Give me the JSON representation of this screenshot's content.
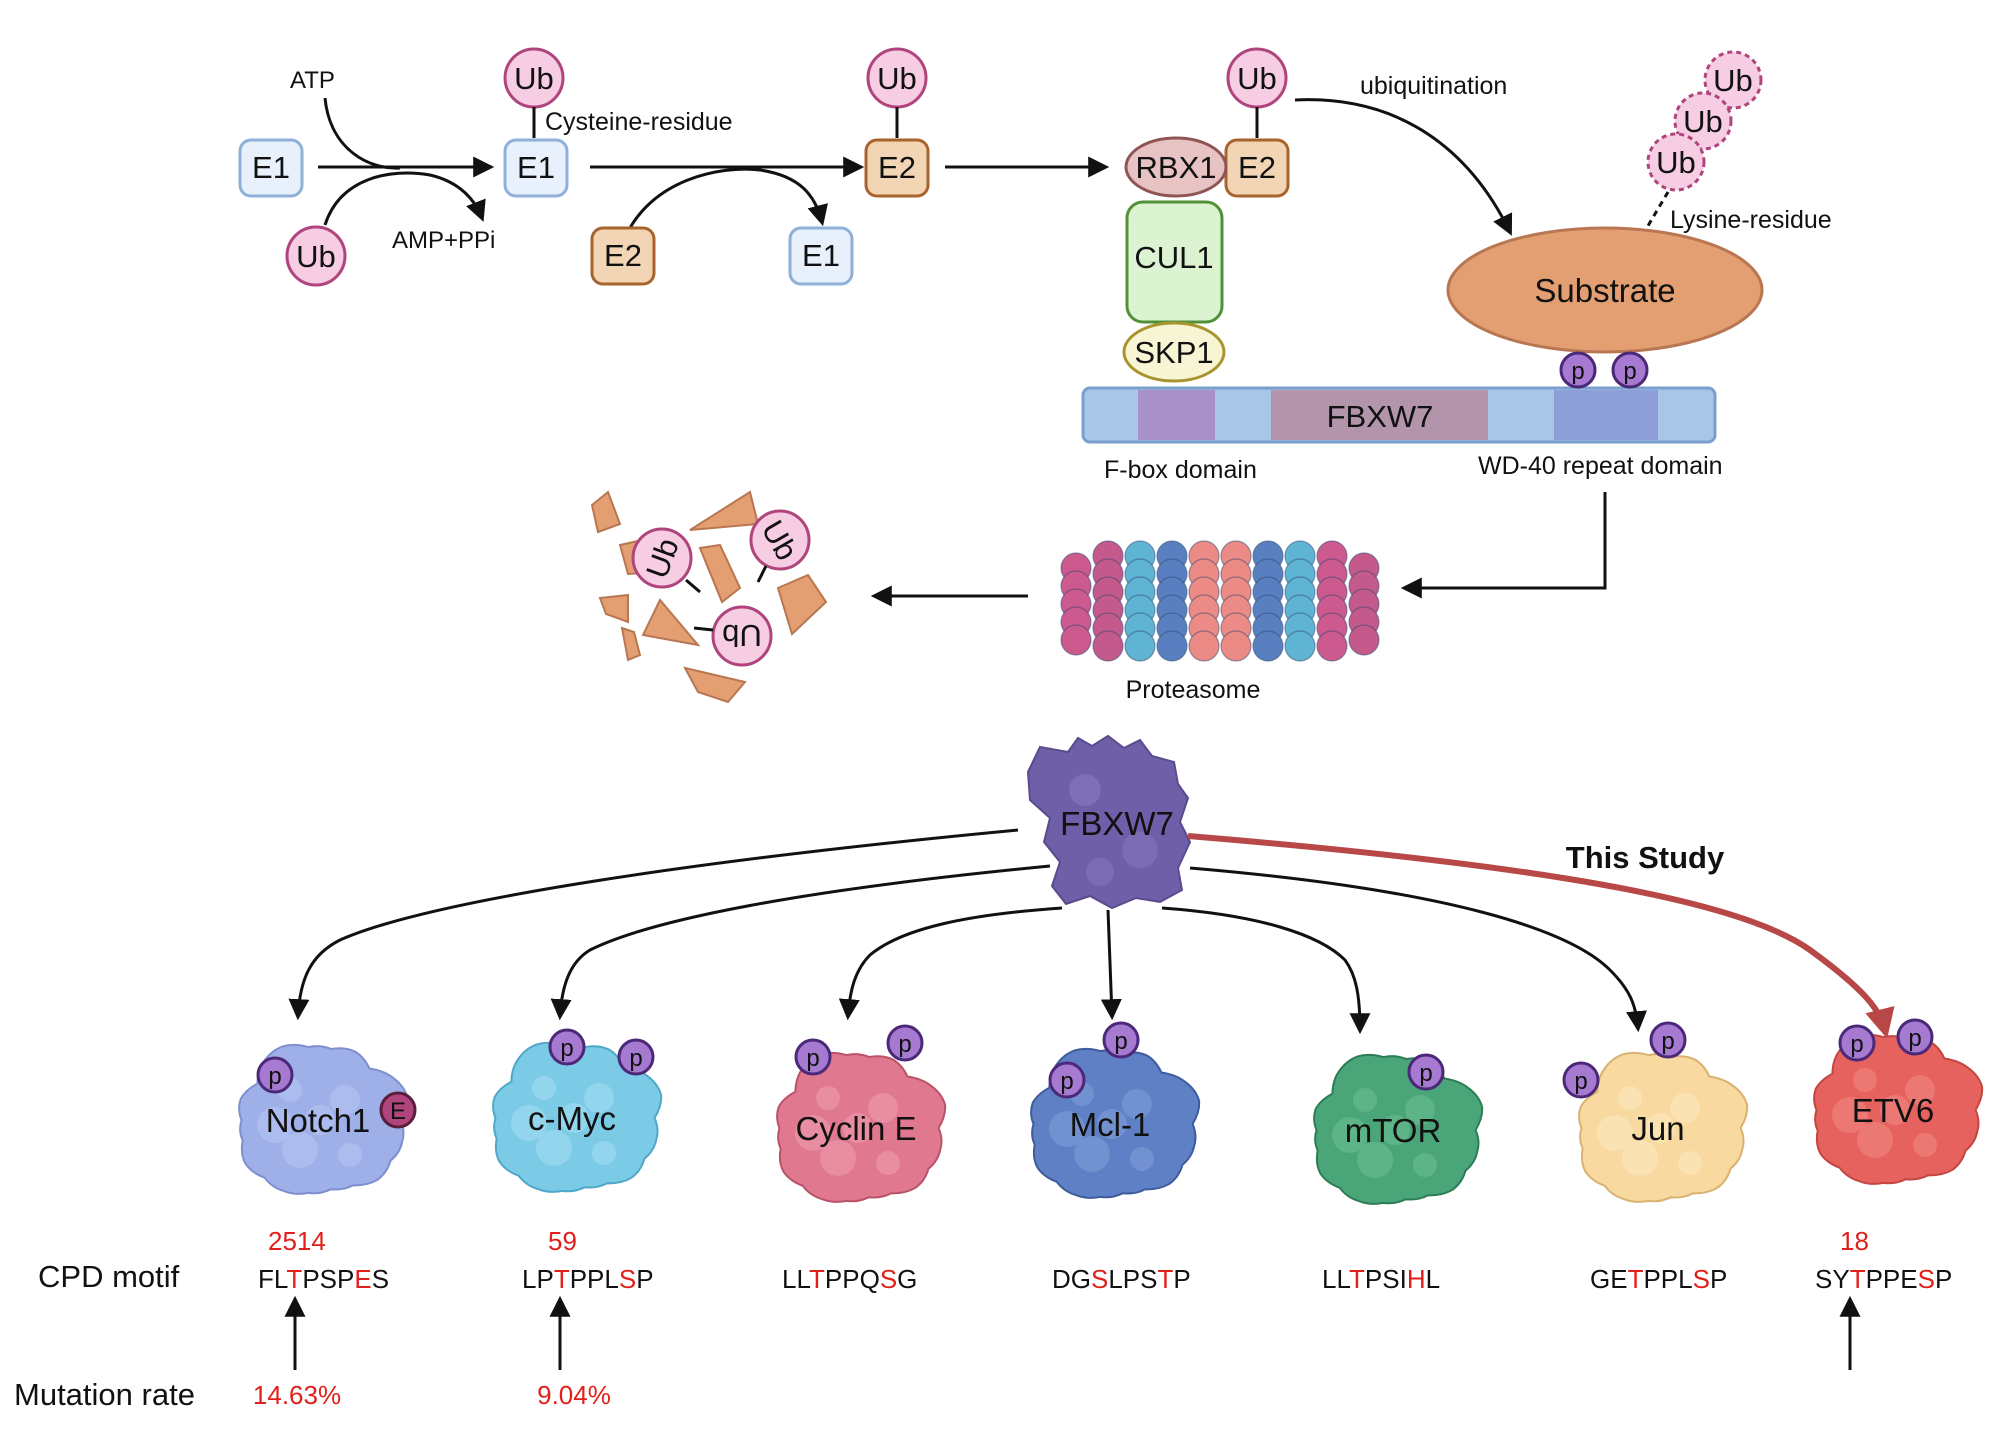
{
  "top": {
    "atp": "ATP",
    "amp_ppi": "AMP+PPi",
    "cysteine": "Cysteine-residue",
    "ubiquitination": "ubiquitination",
    "lysine": "Lysine-residue",
    "e1": "E1",
    "e2": "E2",
    "ub": "Ub",
    "rbx1": "RBX1",
    "cul1": "CUL1",
    "skp1": "SKP1",
    "substrate": "Substrate",
    "p": "p",
    "fbxw7_bar": "FBXW7",
    "fbox": "F-box domain",
    "wd40": "WD-40 repeat domain",
    "proteasome": "Proteasome"
  },
  "hub": {
    "fbxw7": "FBXW7",
    "this_study": "This Study"
  },
  "row_labels": {
    "cpd": "CPD motif",
    "mutation": "Mutation rate"
  },
  "substrates": [
    {
      "name": "Notch1",
      "position": "2514",
      "motif": [
        [
          "FL",
          0
        ],
        [
          "T",
          1
        ],
        [
          "PSP",
          0
        ],
        [
          "E",
          1
        ],
        [
          "S",
          0
        ]
      ],
      "rate": "14.63%"
    },
    {
      "name": "c-Myc",
      "position": "59",
      "motif": [
        [
          "LP",
          0
        ],
        [
          "T",
          1
        ],
        [
          "PPL",
          0
        ],
        [
          "S",
          1
        ],
        [
          "P",
          0
        ]
      ],
      "rate": "9.04%"
    },
    {
      "name": "Cyclin E",
      "position": "",
      "motif": [
        [
          "LL",
          0
        ],
        [
          "T",
          1
        ],
        [
          "PPQ",
          0
        ],
        [
          "S",
          1
        ],
        [
          "G",
          0
        ]
      ],
      "rate": ""
    },
    {
      "name": "Mcl-1",
      "position": "",
      "motif": [
        [
          "DG",
          0
        ],
        [
          "S",
          1
        ],
        [
          "LPS",
          0
        ],
        [
          "T",
          1
        ],
        [
          "P",
          0
        ]
      ],
      "rate": ""
    },
    {
      "name": "mTOR",
      "position": "",
      "motif": [
        [
          "LL",
          0
        ],
        [
          "T",
          1
        ],
        [
          "PSI",
          0
        ],
        [
          "H",
          1
        ],
        [
          "L",
          0
        ]
      ],
      "rate": ""
    },
    {
      "name": "Jun",
      "position": "",
      "motif": [
        [
          "GE",
          0
        ],
        [
          "T",
          1
        ],
        [
          "PPL",
          0
        ],
        [
          "S",
          1
        ],
        [
          "P",
          0
        ]
      ],
      "rate": ""
    },
    {
      "name": "ETV6",
      "position": "18",
      "motif": [
        [
          "SY",
          0
        ],
        [
          "T",
          1
        ],
        [
          "PPE",
          0
        ],
        [
          "S",
          1
        ],
        [
          "P",
          0
        ]
      ],
      "rate": ""
    }
  ],
  "colors": {
    "ub_fill": "#f6cde3",
    "ub_stroke": "#b0457d",
    "e1_fill": "#e8f0fb",
    "e1_stroke": "#8fb0d8",
    "e2_fill": "#f1d5b4",
    "e2_stroke": "#a9642e",
    "rbx1_fill": "#e7c3c3",
    "rbx1_stroke": "#8f5454",
    "cul1_fill": "#dcf3d2",
    "cul1_stroke": "#52903a",
    "skp1_fill": "#f8f5d4",
    "skp1_stroke": "#a89530",
    "substrate_fill": "#e39f72",
    "substrate_stroke": "#b87752",
    "p_fill": "#a57ad0",
    "p_stroke": "#4b2878",
    "fbxw7_hub": "#6f5ea8",
    "study_arrow": "#b84747",
    "motif_red": "#e0201a"
  }
}
